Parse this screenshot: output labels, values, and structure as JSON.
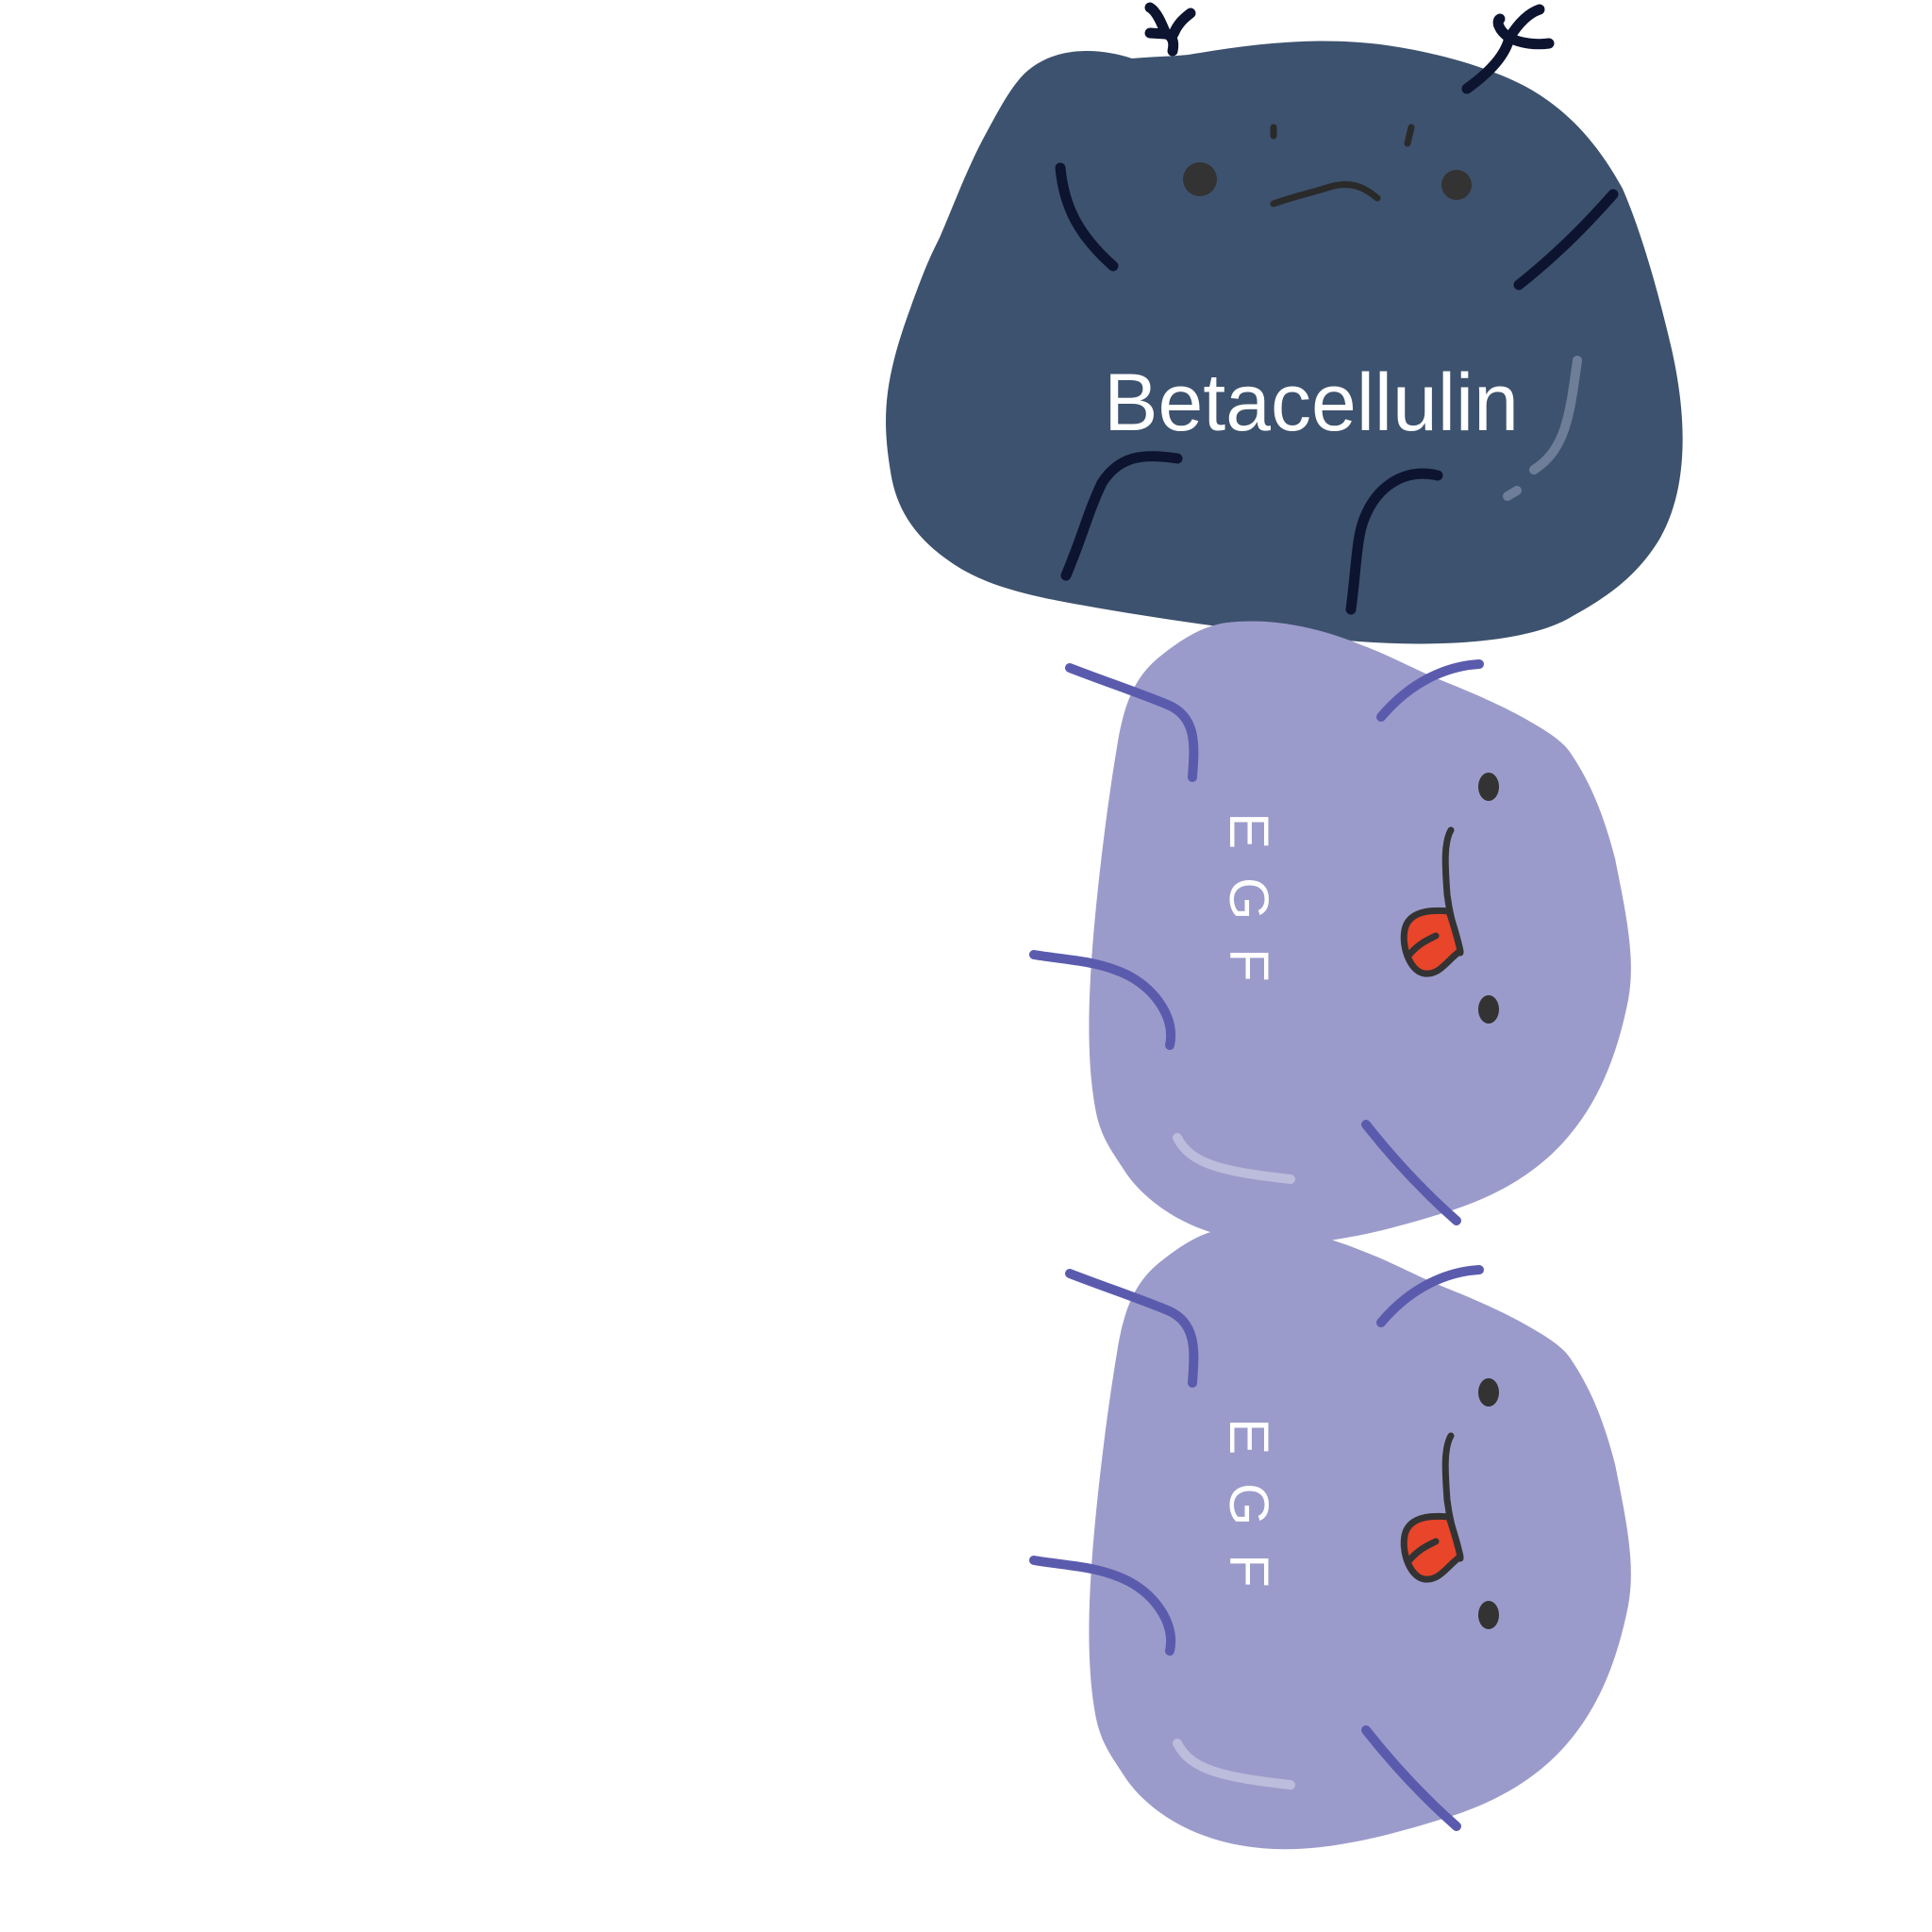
{
  "figure": {
    "molecules": [
      {
        "label": "Betacellulin",
        "body_color": "#3D526E",
        "limb_color": "#0D1430",
        "face": "frowning"
      },
      {
        "label": "EGF",
        "body_color": "#9B9BCB",
        "limb_color": "#5B5BAE",
        "face": "tongue-out",
        "tongue_color": "#E8452A"
      },
      {
        "label": "EGF",
        "body_color": "#9B9BCB",
        "limb_color": "#5B5BAE",
        "face": "tongue-out",
        "tongue_color": "#E8452A"
      }
    ]
  }
}
